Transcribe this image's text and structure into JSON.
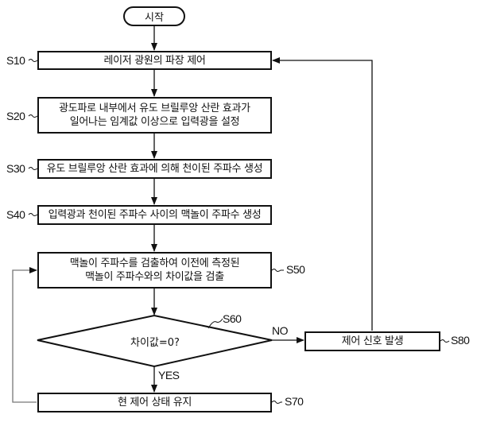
{
  "flowchart": {
    "start": {
      "label": "시작"
    },
    "steps": [
      {
        "id": "S10",
        "label": "S10",
        "lines": [
          "레이저 광원의 파장 제어"
        ]
      },
      {
        "id": "S20",
        "label": "S20",
        "lines": [
          "광도파로 내부에서 유도 브릴루앙 산란 효과가",
          "일어나는 임계값 이상으로 입력광을 설정"
        ]
      },
      {
        "id": "S30",
        "label": "S30",
        "lines": [
          "유도 브릴루앙 산란 효과에 의해 천이된 주파수 생성"
        ]
      },
      {
        "id": "S40",
        "label": "S40",
        "lines": [
          "입력광과 천이된 주파수 사이의 맥놀이 주파수 생성"
        ]
      },
      {
        "id": "S50",
        "label": "S50",
        "lines": [
          "맥놀이 주파수를 검출하여 이전에 측정된",
          "맥놀이 주파수와의 차이값을 검출"
        ]
      },
      {
        "id": "S60",
        "label": "S60",
        "lines": [
          "차이값=0?"
        ]
      },
      {
        "id": "S70",
        "label": "S70",
        "lines": [
          "현 제어 상태 유지"
        ]
      },
      {
        "id": "S80",
        "label": "S80",
        "lines": [
          "제어 신호 발생"
        ]
      }
    ],
    "branches": {
      "no": "NO",
      "yes": "YES"
    }
  }
}
